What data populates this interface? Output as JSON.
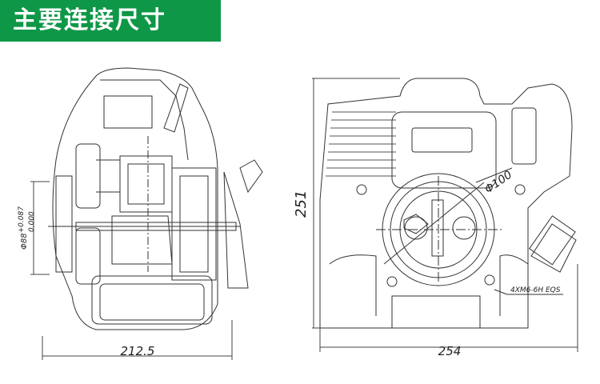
{
  "header": {
    "title": "主要连接尺寸",
    "color": "#0f9748"
  },
  "left_view": {
    "width_dim": "212.5",
    "bore_dim": "Φ88",
    "bore_tol_upper": "+0.087",
    "bore_tol_lower": "0.000"
  },
  "right_view": {
    "height_dim": "251",
    "width_dim": "254",
    "flange_dim": "Φ100",
    "bolt_spec": "4XM6-6H EQS"
  }
}
